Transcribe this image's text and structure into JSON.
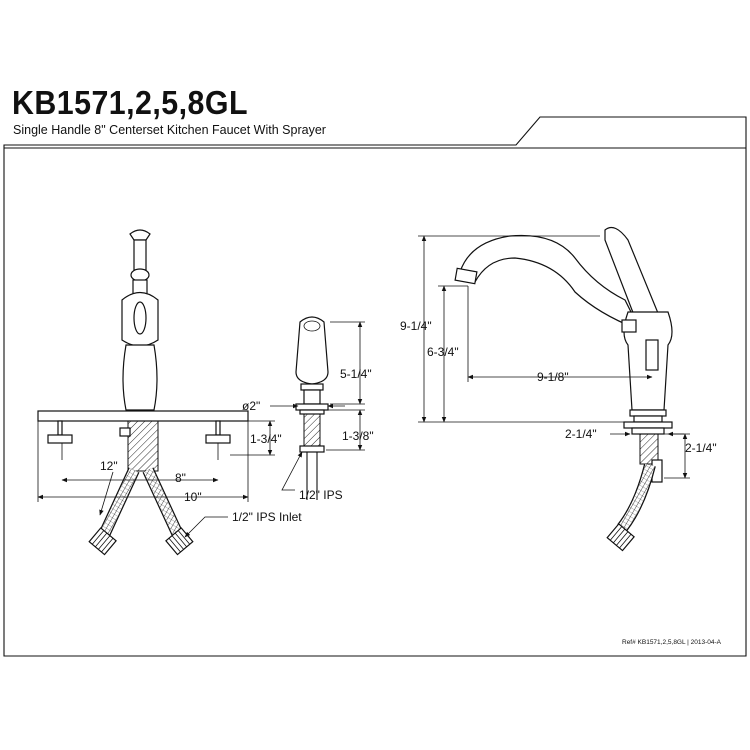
{
  "header": {
    "model": "KB1571,2,5,8GL",
    "description": "Single Handle 8\" Centerset Kitchen Faucet With Sprayer"
  },
  "footer": {
    "reference": "Ref# KB1571,2,5,8GL | 2013-04-A"
  },
  "dimensions": {
    "hole_diameter": "ø2\"",
    "deck_height": "1-3/4\"",
    "depth_12": "12\"",
    "centers_8": "8\"",
    "plate_width_10": "10\"",
    "inlet": "1/2\" IPS Inlet",
    "sprayer_height": "5-1/4\"",
    "sprayer_shank": "1-3/8\"",
    "sprayer_ips": "1/2\" IPS",
    "overall_height": "9-1/4\"",
    "spout_height": "6-3/4\"",
    "spout_reach": "9-1/8\"",
    "base_width": "2-1/4\"",
    "shank_length": "2-1/4\""
  }
}
